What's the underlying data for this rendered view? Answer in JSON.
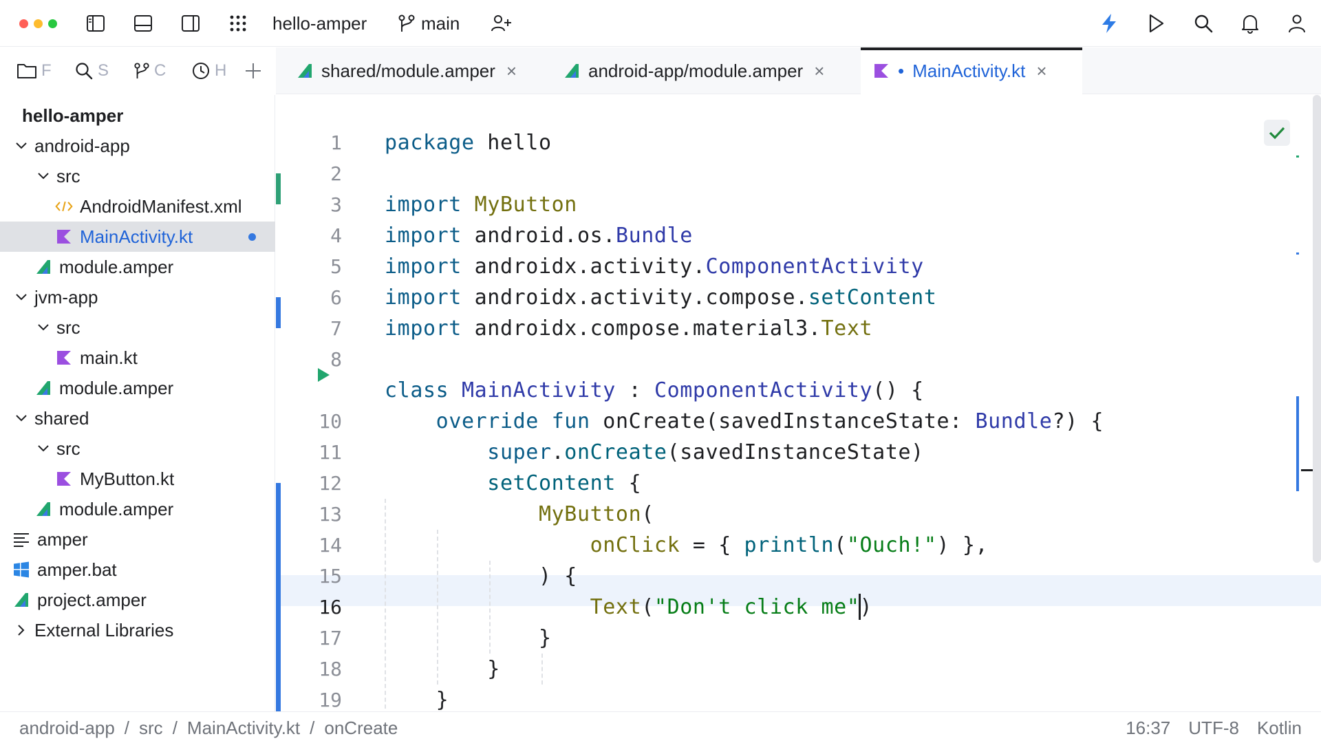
{
  "window": {
    "project_name": "hello-amper",
    "branch": "main"
  },
  "toolbar_icons": [
    "sidebar-left-icon",
    "panel-bottom-icon",
    "sidebar-right-icon",
    "grid-menu-icon",
    "add-user-icon",
    "bolt-icon",
    "run-icon",
    "search-icon",
    "bell-icon",
    "user-icon"
  ],
  "side_tabs": [
    {
      "icon": "folder-icon",
      "label": "F"
    },
    {
      "icon": "search-icon",
      "label": "S"
    },
    {
      "icon": "git-branch-icon",
      "label": "C"
    },
    {
      "icon": "clock-icon",
      "label": "H"
    }
  ],
  "tree": {
    "root": "hello-amper",
    "items": [
      {
        "label": "android-app",
        "type": "folder",
        "open": true
      },
      {
        "label": "src",
        "type": "folder",
        "open": true
      },
      {
        "label": "AndroidManifest.xml",
        "type": "xml"
      },
      {
        "label": "MainActivity.kt",
        "type": "kotlin",
        "selected": true,
        "modified": true
      },
      {
        "label": "module.amper",
        "type": "amper"
      },
      {
        "label": "jvm-app",
        "type": "folder",
        "open": true
      },
      {
        "label": "src",
        "type": "folder",
        "open": true
      },
      {
        "label": "main.kt",
        "type": "kotlin"
      },
      {
        "label": "module.amper",
        "type": "amper"
      },
      {
        "label": "shared",
        "type": "folder",
        "open": true
      },
      {
        "label": "src",
        "type": "folder",
        "open": true
      },
      {
        "label": "MyButton.kt",
        "type": "kotlin"
      },
      {
        "label": "module.amper",
        "type": "amper"
      },
      {
        "label": "amper",
        "type": "text"
      },
      {
        "label": "amper.bat",
        "type": "windows"
      },
      {
        "label": "project.amper",
        "type": "amper"
      },
      {
        "label": "External Libraries",
        "type": "library",
        "open": false
      }
    ]
  },
  "tabs": [
    {
      "label": "shared/module.amper",
      "icon": "amper-icon",
      "active": false
    },
    {
      "label": "android-app/module.amper",
      "icon": "amper-icon",
      "active": false
    },
    {
      "label": "MainActivity.kt",
      "icon": "kotlin-icon",
      "active": true,
      "modified": true
    }
  ],
  "tab_close": "×",
  "modified_dot": "•",
  "editor": {
    "line_numbers": [
      "1",
      "2",
      "3",
      "4",
      "5",
      "6",
      "7",
      "",
      "10",
      "11",
      "12",
      "13",
      "14",
      "15",
      "16",
      "17",
      "18",
      "19"
    ],
    "current_line": "16",
    "code_lines": [
      "package hello",
      "",
      "import MyButton",
      "import android.os.Bundle",
      "import androidx.activity.ComponentActivity",
      "import androidx.activity.compose.setContent",
      "import androidx.compose.material3.Text",
      "",
      "class MainActivity : ComponentActivity() {",
      "    override fun onCreate(savedInstanceState: Bundle?) {",
      "        super.onCreate(savedInstanceState)",
      "        setContent {",
      "            MyButton(",
      "                onClick = { println(\"Ouch!\") },",
      "            ) {",
      "                Text(\"Don't click me\")",
      "            }",
      "        }",
      "    }"
    ]
  },
  "status": {
    "breadcrumb": [
      "android-app",
      "src",
      "MainActivity.kt",
      "onCreate"
    ],
    "separator": "/",
    "position": "16:37",
    "encoding": "UTF-8",
    "language": "Kotlin"
  },
  "colors": {
    "accent": "#1f63d8",
    "kotlin": "#9b4fe0",
    "amper_green": "#21a66e",
    "xml": "#e8a317",
    "vcs_added": "#2ea076",
    "vcs_modified": "#3478e0"
  }
}
